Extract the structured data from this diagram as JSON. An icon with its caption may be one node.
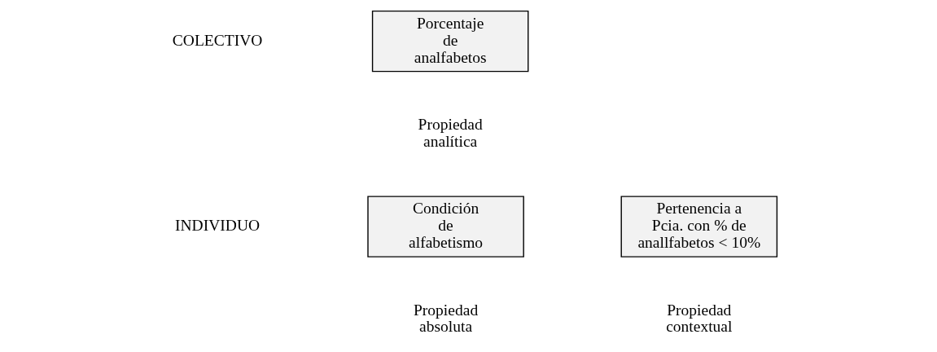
{
  "diagram": {
    "nodes": [
      {
        "text": [
          "Porcentaje de analfabetos"
        ],
        "beside": [
          "Propiedad analítica"
        ]
      },
      {
        "text": [
          "Condición de alfabetismo"
        ],
        "beside": [
          "Propiedad absoluta"
        ]
      },
      {
        "text": [
          "Pertenencia a Pcia. con % de anallfabetos < 10%"
        ],
        "beside": [
          "Propiedad contextual"
        ]
      }
    ],
    "labels": [
      "COLECTIVO",
      "INDIVIDUO"
    ]
  }
}
